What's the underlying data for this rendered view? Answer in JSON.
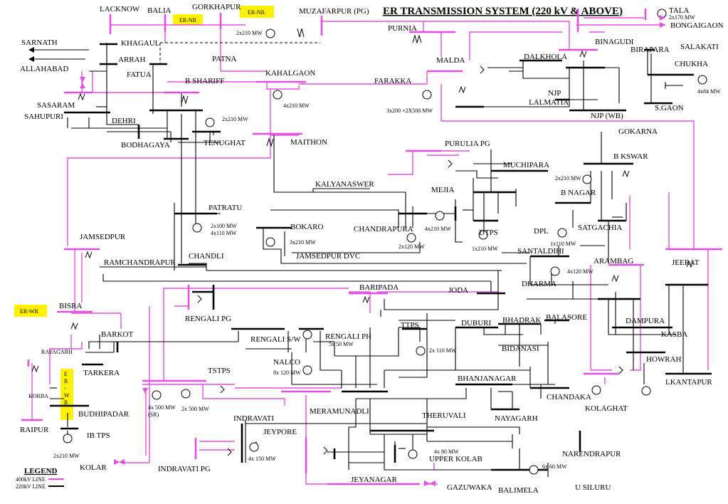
{
  "title": "ER TRANSMISSION SYSTEM (220 kV & ABOVE)",
  "legend": {
    "heading": "LEGEND",
    "l400": "400kV LINE",
    "l220": "220kV LINE"
  },
  "colors": {
    "kv400": "#e64ce6",
    "kv220": "#000000",
    "external_box": "#fff200"
  },
  "external": {
    "er_nr_1": "ER-NR",
    "er_nr_2": "ER-NR",
    "er_wr": "ER-WR",
    "er_wr_v": "E R - W R"
  },
  "labels": {
    "lacknow": "LACKNOW",
    "balia": "BALIA",
    "gorkhapur": "GORKHAPUR",
    "muzafarpur": "MUZAFARPUR (PG)",
    "tala": "TALA",
    "bongaigaon": "BONGAIGAON",
    "purnia": "PURNIA",
    "binagudi": "BINAGUDI",
    "birapara": "BIRAPARA",
    "salakati": "SALAKATI",
    "chukha": "CHUKHA",
    "sarnath": "SARNATH",
    "khagaul": "KHAGAUL",
    "arrah": "ARRAH",
    "allahabad": "ALLAHABAD",
    "fatua": "FATUA",
    "patna": "PATNA",
    "b_shariff": "B SHARIFF",
    "kahalgaon": "KAHALGAON",
    "malda": "MALDA",
    "dalkhola": "DALKHOLA",
    "farakka": "FARAKKA",
    "njp": "NJP",
    "lalmatia": "LALMATIA",
    "s_gaon": "S.GAON",
    "sasaram": "SASARAM",
    "sahupuri": "SAHUPURI",
    "dehri": "DEHRI",
    "njp_wb": "NJP (WB)",
    "bodhagaya": "BODHAGAYA",
    "tenughat": "TENUGHAT",
    "maithon": "MAITHON",
    "gokarna": "GOKARNA",
    "purulia": "PURULIA PG",
    "b_kswar": "B KSWAR",
    "muchipara": "MUCHIPARA",
    "kalyanaswer": "KALYANASWER",
    "mejia": "MEJIA",
    "b_nagar": "B NAGAR",
    "patratu": "PATRATU",
    "bokaro": "BOKARO",
    "chandrapura": "CHANDRAPURA",
    "dpl": "DPL",
    "satgachia": "SATGACHIA",
    "dtps": "DTPS",
    "jamsedpur": "JAMSEDPUR",
    "jamsedpur_dvc": "JAMSEDPUR DVC",
    "chandli": "CHANDLI",
    "santaldihi": "SANTALDIHI",
    "ramchandrapur": "RAMCHANDRAPUR",
    "arambag": "ARAMBAG",
    "jeerat": "JEERAT",
    "dharma": "DHARMA",
    "baripada": "BARIPADA",
    "joda": "JODA",
    "bisra": "BISRA",
    "rengali_pg": "RENGALI PG",
    "barkot": "BARKOT",
    "rengali_sw": "RENGALI S/W",
    "rengali_ph": "RENGALI PH",
    "ttps": "TTPS",
    "duburi": "DUBURI",
    "bhadrak": "BHADRAK",
    "balasore": "BALASORE",
    "dampura": "DAMPURA",
    "kasba": "KASBA",
    "rayagarh": "RAYAGARH",
    "bidanasi": "BIDANASI",
    "tarkera": "TARKERA",
    "nalco": "NALCO",
    "howrah": "HOWRAH",
    "tstps": "TSTPS",
    "bhanjanagar": "BHANJANAGAR",
    "korba": "KORBA",
    "chandaka": "CHANDAKA",
    "lkantapur": "LKANTAPUR",
    "budhipadar": "BUDHIPADAR",
    "meramunadli": "MERAMUNADLI",
    "kolaghat": "KOLAGHAT",
    "nayagarh": "NAYAGARH",
    "indravati": "INDRAVATI",
    "theruvali": "THERUVALI",
    "raipur": "RAIPUR",
    "ib_tps": "IB TPS",
    "jeypore": "JEYPORE",
    "narendrapur": "NARENDRAPUR",
    "upper_kolab": "UPPER KOLAB",
    "kolar": "KOLAR",
    "indravati_pg": "INDRAVATI PG",
    "jeyanagar": "JEYANAGAR",
    "gazuwaka": "GAZUWAKA",
    "balimela": "BALIMELA",
    "u_siluru": "U SILURU"
  },
  "ratings": {
    "muzafarpur": "2x210 MW",
    "tala": "2x170 MW",
    "chukha": "4x84 MW",
    "kahalgaon": "4x210 MW",
    "farakka": "3x200 +2X500 MW",
    "tenughat": "2x210 MW",
    "b_kswar": "2x210 MW",
    "patratu_1": "2x100 MW",
    "patratu_2": "4x110 MW",
    "bokaro": "3x210 MW",
    "chandrapura": "2x120 MW",
    "mejia": "4x210 MW",
    "dtps": "1x210 MW",
    "dpl": "1x110 MW",
    "santaldihi": "4x120 MW",
    "rengali_ph": "5x 50 MW",
    "ttps": "2x 110 MW",
    "nalco": "8x 120 MW",
    "tstps_1": "4x 500 MW",
    "tstps_sr": "(SR)",
    "tstps_2": "2x 500 MW",
    "ib_tps": "2x210 MW",
    "indravati": "4x 150 MW",
    "upper_kolab": "4x 80 MW",
    "balimela": "6x 60 MW"
  }
}
